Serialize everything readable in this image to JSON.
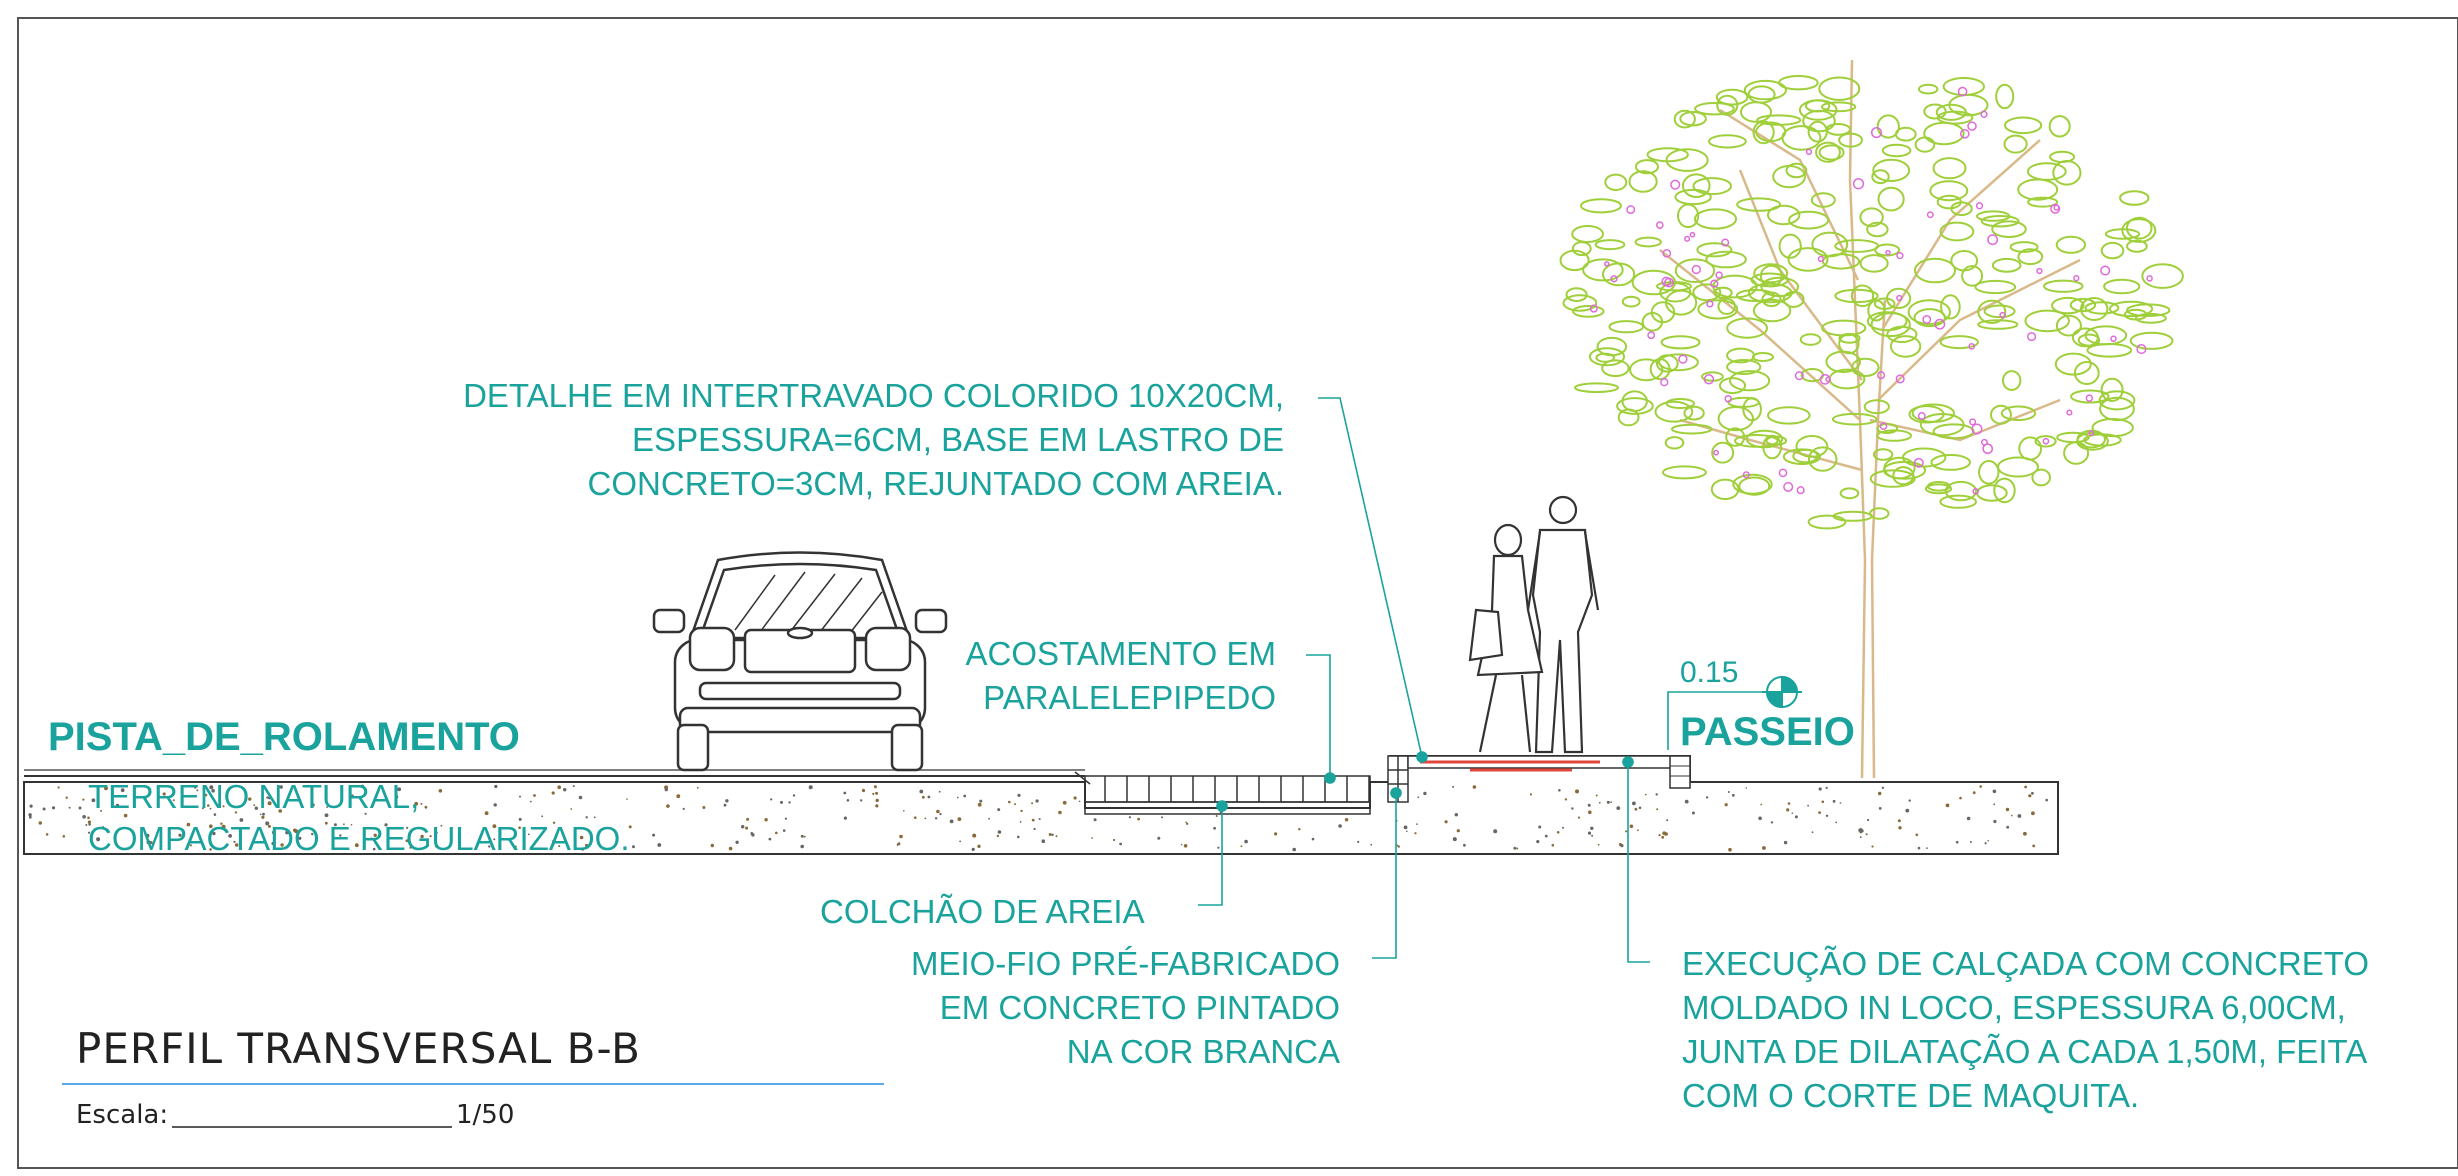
{
  "labels": {
    "detalhe": [
      "DETALHE EM INTERTRAVADO COLORIDO 10X20CM,",
      "ESPESSURA=6CM, BASE EM LASTRO DE",
      "CONCRETO=3CM, REJUNTADO COM AREIA."
    ],
    "acostamento": [
      "ACOSTAMENTO EM",
      "PARALELEPIPEDO"
    ],
    "pista": "PISTA_DE_ROLAMENTO",
    "terreno": [
      "TERRENO NATURAL,",
      "COMPACTADO E REGULARIZADO."
    ],
    "colchao": "COLCHÃO DE AREIA",
    "meiofio": [
      "MEIO-FIO PRÉ-FABRICADO",
      "EM CONCRETO PINTADO",
      "NA COR BRANCA"
    ],
    "passeio": "PASSEIO",
    "level": "0.15",
    "execucao": [
      "EXECUÇÃO DE CALÇADA COM CONCRETO",
      "MOLDADO IN LOCO, ESPESSURA 6,00CM,",
      "JUNTA DE DILATAÇÃO A CADA 1,50M, FEITA",
      "COM O CORTE DE MAQUITA."
    ]
  },
  "title_block": {
    "title": "PERFIL TRANSVERSAL B-B",
    "scale_label": "Escala:",
    "scale_value": "1/50"
  },
  "colors": {
    "annotation": "#1aa39c",
    "line": "#3a3a3a",
    "tree_leaves": "#9fcf3a",
    "tree_flowers": "#e06ad8",
    "paver": "#e0463c",
    "title_rule": "#5aa8e6"
  },
  "icons": [
    "car-icon",
    "couple-icon",
    "tree-icon",
    "level-marker-icon"
  ]
}
